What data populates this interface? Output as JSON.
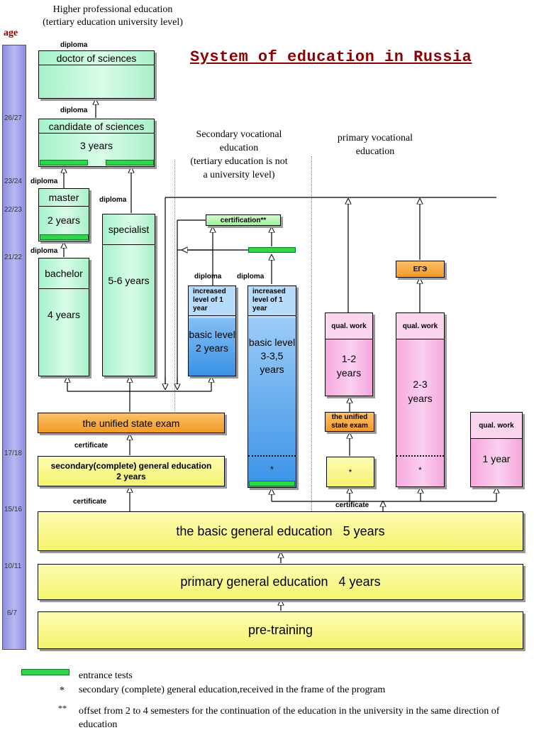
{
  "title": "System of education in Russia",
  "higher_heading": "Higher professional education\n(tertiary education university level)",
  "secondary_voc_heading": "Secondary vocational\neducation\n(tertiary education is not\na university level)",
  "primary_voc_heading": "primary vocational\neducation",
  "age_label": "age",
  "ages": [
    "26/27",
    "23/24",
    "22/23",
    "21/22",
    "17/18",
    "15/16",
    "10/11",
    "6/7"
  ],
  "labels": {
    "diploma": "diploma",
    "certificate": "certificate"
  },
  "boxes": {
    "doctor": "doctor of sciences",
    "candidate": "candidate of sciences",
    "candidate_years": "3 years",
    "master": "master",
    "master_years": "2 years",
    "specialist": "specialist",
    "specialist_years": "5-6 years",
    "bachelor": "bachelor",
    "bachelor_years": "4 years",
    "certification": "certification**",
    "increased1": "increased level of 1 year",
    "basic1": "basic level\n2 years",
    "increased2": "increased level of 1 year",
    "basic2": "basic level\n3-3,5 years",
    "star": "*",
    "qual_work": "qual. work",
    "pv1_years": "1-2\nyears",
    "pv2_years": "2-3\nyears",
    "pv3_years": "1 year",
    "ege": "ЕГЭ",
    "unified_small": "the unified state exam",
    "unified_exam": "the unified state exam",
    "secondary_general": "secondary(complete) general education\n2 years",
    "basic_general": "the basic general education   5 years",
    "primary_general": "primary general education   4 years",
    "pretraining": "pre-training"
  },
  "legend": {
    "green_bar": "entrance tests",
    "star_mark": "*",
    "star_text": "secondary (complete) general education,received in the frame of the program",
    "dstar_mark": "**",
    "dstar_text": "offset from 2 to 4 semesters for the continuation of the education in the university in the same direction of education"
  },
  "colors": {
    "title": "#8b0000",
    "higher_green": "#b8f5d4",
    "secondary_blue": "#4a9ae8",
    "primary_pink": "#f7b3e3",
    "general_yellow": "#f7f68a",
    "exam_orange": "#f6a63a",
    "entrance_green": "#2fd64a",
    "age_bar": "#8e8ee0"
  }
}
